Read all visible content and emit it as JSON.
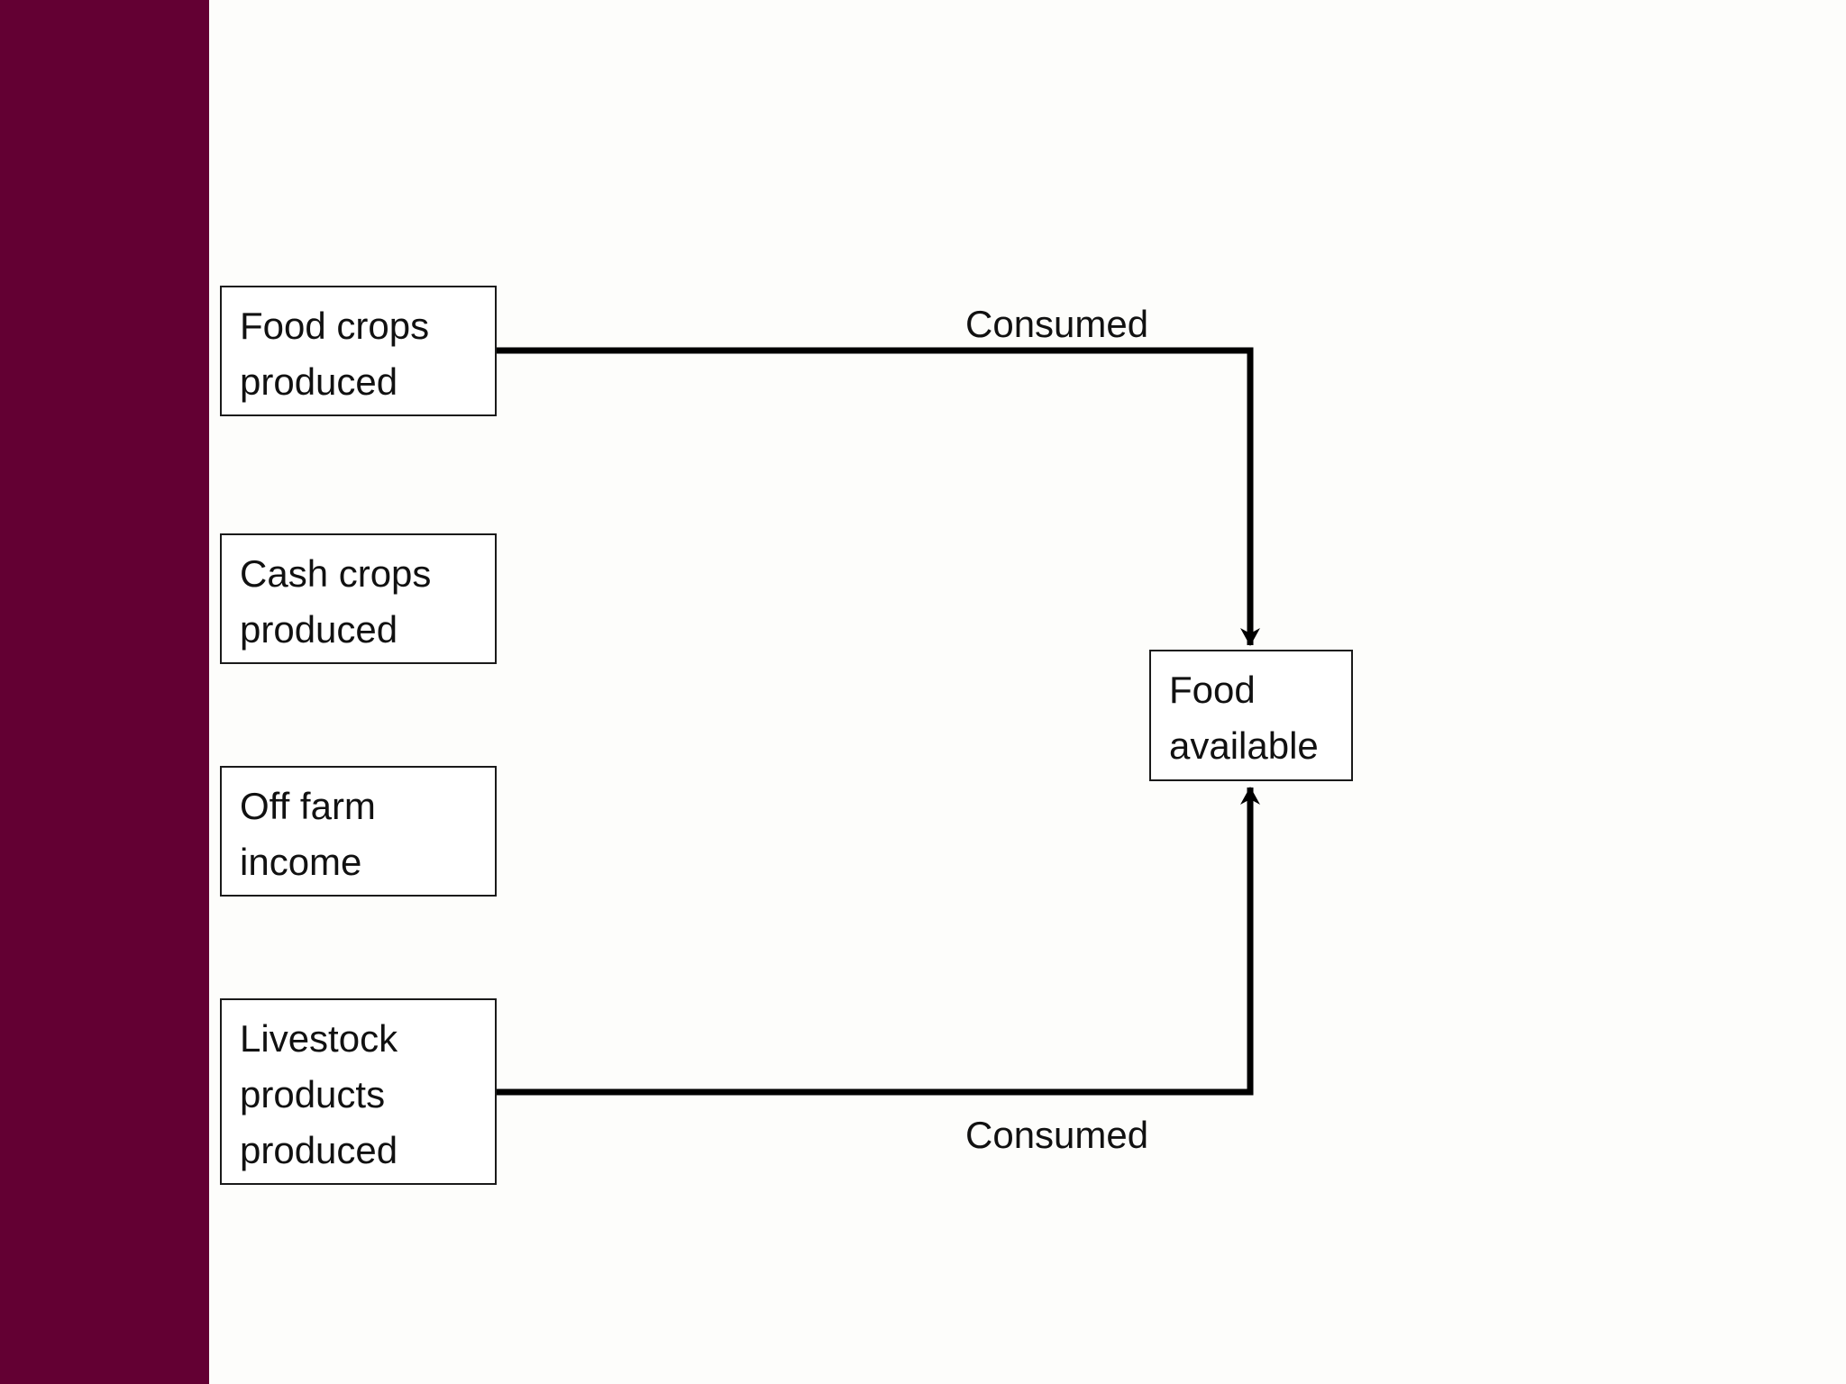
{
  "colors": {
    "sidebar": "#630033",
    "background": "#fdfdfb",
    "line": "#000000"
  },
  "nodes": {
    "food_crops": [
      "Food crops",
      "produced"
    ],
    "cash_crops": [
      "Cash crops",
      "produced"
    ],
    "off_farm": [
      "Off farm",
      "income"
    ],
    "livestock": [
      "Livestock",
      "products",
      "produced"
    ],
    "food_available": [
      "Food",
      "available"
    ]
  },
  "edges": {
    "top_label": "Consumed",
    "bottom_label": "Consumed"
  }
}
